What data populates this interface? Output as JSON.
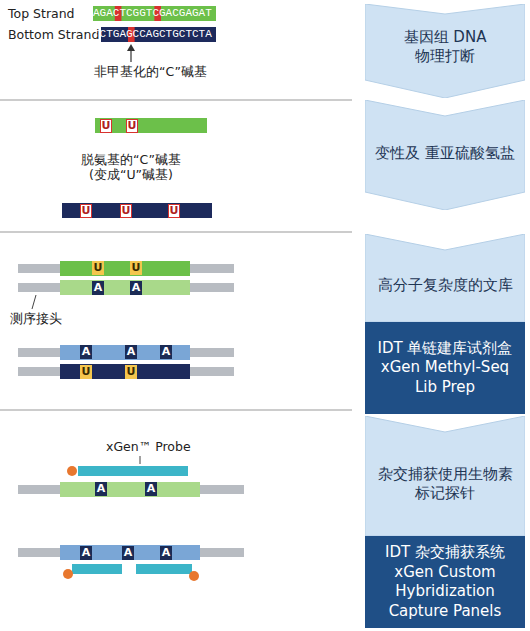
{
  "diagram": {
    "nodes": [
      {
        "text": [
          "基因组 DNA 物理打断"
        ]
      },
      {
        "text": [
          "变性及 重亚硫酸氢盐"
        ]
      },
      {
        "text": [
          "高分子复杂度的文库"
        ]
      },
      {
        "text": [
          "IDT 单链建库试剂盒 xGen Methyl-Seq Lib Prep"
        ]
      },
      {
        "text": [
          "杂交捕获使用生物素 标记探针"
        ]
      },
      {
        "text": [
          "IDT 杂交捕获系统 xGen Custom Hybridization Capture Panels"
        ]
      }
    ],
    "labels": [
      "Top Strand",
      "Bottom Strand",
      "AGACTCGGTCGACGAGAT",
      "TCTGAGCCAGCTGCTCTA",
      "非甲基化的“C”碱基",
      "U",
      "U",
      "U",
      "U",
      "U",
      "脱氨基的“C”碱基 (变成“U”碱基)",
      "测序接头",
      "U",
      "U",
      "A",
      "A",
      "A",
      "A",
      "A",
      "U",
      "U",
      "xGen™ Probe",
      "A",
      "A",
      "A",
      "A",
      "A"
    ]
  }
}
